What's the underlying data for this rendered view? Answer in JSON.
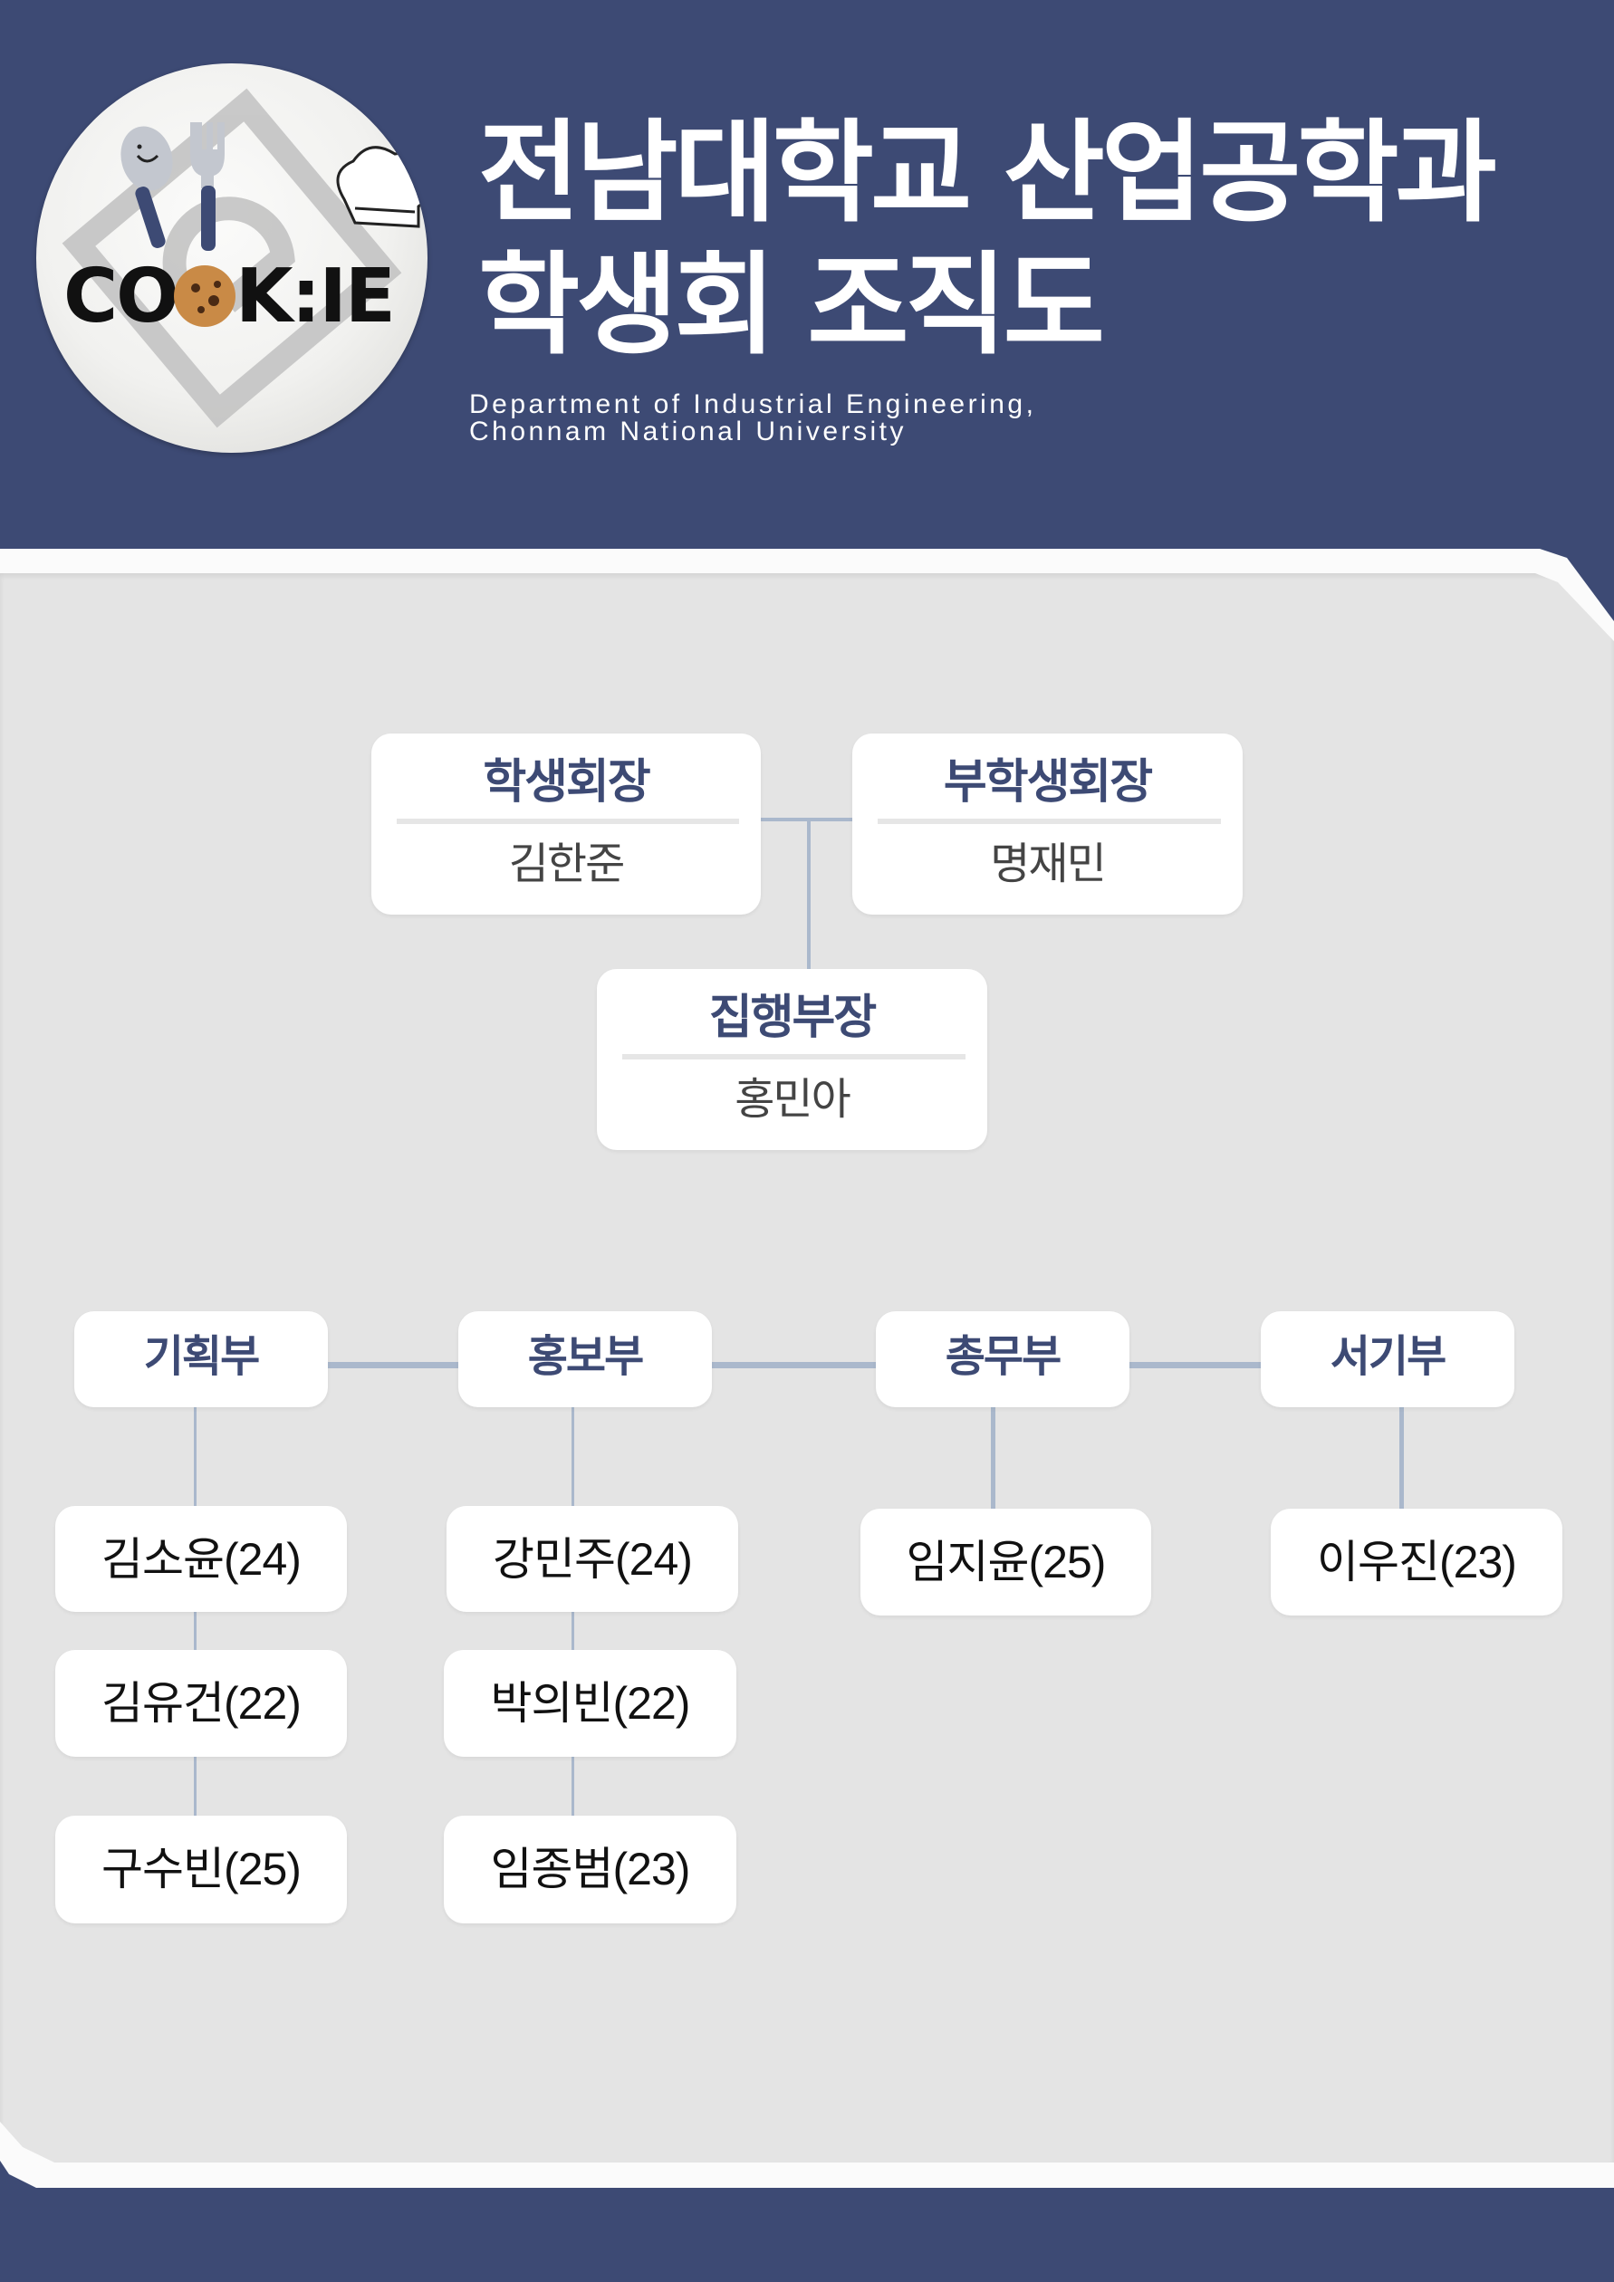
{
  "header": {
    "logo": {
      "text": "COOK:IE",
      "icon": "cookie-plate-logo"
    },
    "title_line1": "전남대학교 산업공학과",
    "title_line2": "학생회 조직도",
    "subtitle_line1": "Department of Industrial Engineering,",
    "subtitle_line2": "Chonnam National University"
  },
  "colors": {
    "primary": "#3d4a74",
    "panel_bg": "#e4e4e4",
    "box_bg": "#ffffff",
    "connector": "#aab8cc",
    "member_text": "#111111"
  },
  "leadership": [
    {
      "role": "학생회장",
      "name": "김한준"
    },
    {
      "role": "부학생회장",
      "name": "명재민"
    },
    {
      "role": "집행부장",
      "name": "홍민아"
    }
  ],
  "departments": [
    {
      "name": "기획부",
      "members": [
        "김소윤(24)",
        "김유건(22)",
        "구수빈(25)"
      ]
    },
    {
      "name": "홍보부",
      "members": [
        "강민주(24)",
        "박의빈(22)",
        "임종범(23)"
      ]
    },
    {
      "name": "총무부",
      "members": [
        "임지윤(25)"
      ]
    },
    {
      "name": "서기부",
      "members": [
        "이우진(23)"
      ]
    }
  ]
}
